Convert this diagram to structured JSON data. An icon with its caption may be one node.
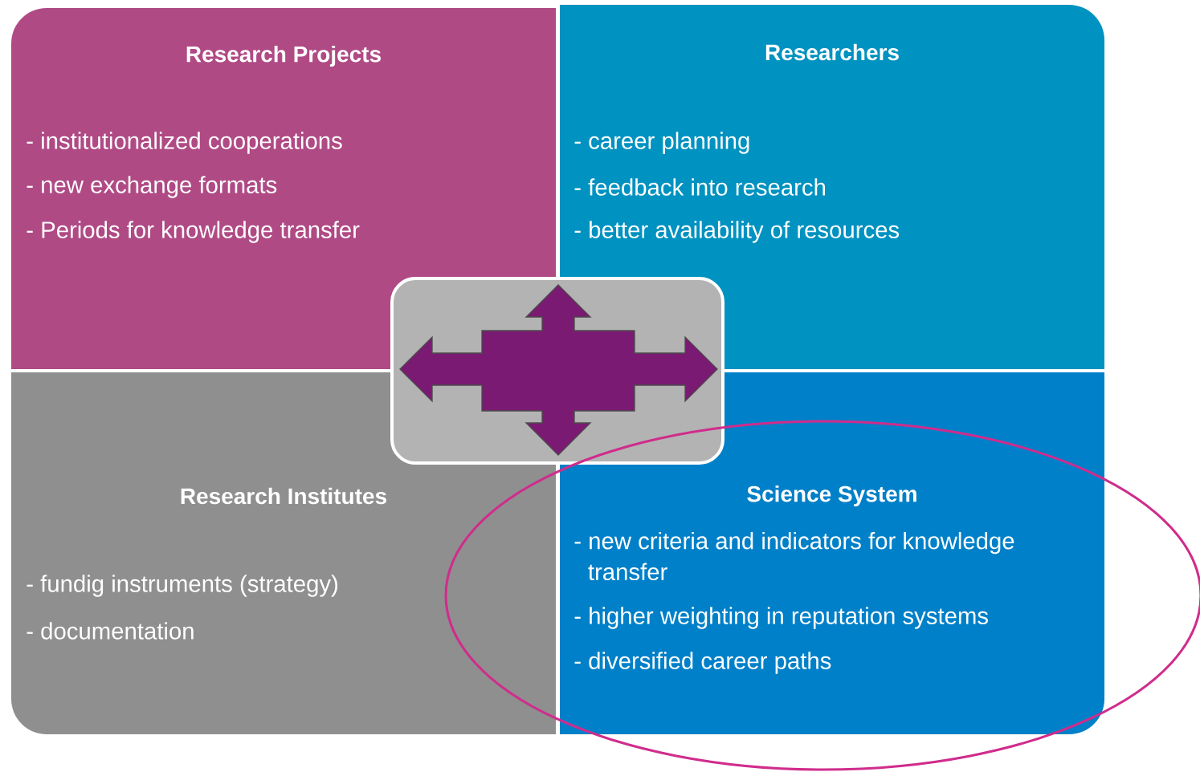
{
  "diagram": {
    "nodes": [
      {
        "text": [
          "Research Projects",
          "- institutionalized cooperations",
          "- new exchange formats",
          "- Periods for knowledge transfer"
        ]
      },
      {
        "text": [
          "Researchers",
          "- career planning",
          "- feedback into research",
          "- better availability of resources"
        ]
      },
      {
        "text": [
          "Research Institutes",
          "- fundig instruments (strategy)",
          "- documentation"
        ]
      },
      {
        "text": [
          "Science System",
          "- new criteria and indicators for knowledge transfer",
          "- higher weighting in reputation systems",
          "- diversified career paths"
        ]
      },
      {
        "text": [],
        "shape": "box"
      }
    ]
  }
}
